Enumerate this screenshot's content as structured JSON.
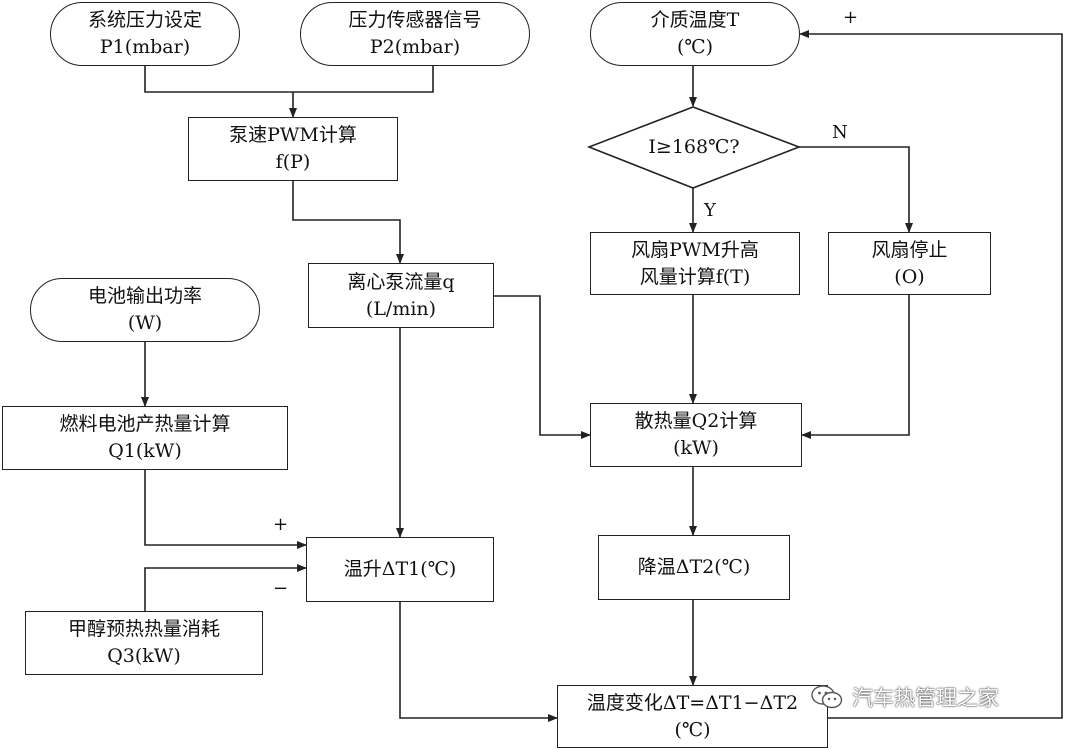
{
  "nodes": {
    "pressure_setting": {
      "line1": "系统压力设定",
      "line2": "P1(mbar)"
    },
    "pressure_sensor": {
      "line1": "压力传感器信号",
      "line2": "P2(mbar)"
    },
    "medium_temp": {
      "line1": "介质温度T",
      "line2": "(℃)"
    },
    "pump_pwm": {
      "line1": "泵速PWM计算",
      "line2": "f(P)"
    },
    "temp_decision": {
      "text": "I≥168℃?"
    },
    "fan_pwm_up": {
      "line1": "风扇PWM升高",
      "line2": "风量计算f(T)"
    },
    "fan_stop": {
      "line1": "风扇停止",
      "line2": "(O)"
    },
    "battery_power": {
      "line1": "电池输出功率",
      "line2": "(W)"
    },
    "pump_flow": {
      "line1": "离心泵流量q",
      "line2": "(L/min)"
    },
    "fuel_cell_heat": {
      "line1": "燃料电池产热量计算",
      "line2": "Q1(kW)"
    },
    "heat_dissipation": {
      "line1": "散热量Q2计算",
      "line2": "(kW)"
    },
    "temp_rise": {
      "text": "温升ΔT1(℃)"
    },
    "temp_drop": {
      "text": "降温ΔT2(℃)"
    },
    "methanol_preheat": {
      "line1": "甲醇预热热量消耗",
      "line2": "Q3(kW)"
    },
    "temp_change": {
      "line1": "温度变化ΔT=ΔT1−ΔT2",
      "line2": "(℃)"
    }
  },
  "labels": {
    "plus_feedback": "+",
    "decision_no": "N",
    "decision_yes": "Y",
    "plus_q1": "+",
    "minus_q3": "−"
  },
  "watermark": {
    "text": "汽车热管理之家",
    "icon": "wechat-icon"
  },
  "colors": {
    "line": "#222222",
    "background": "#ffffff"
  }
}
